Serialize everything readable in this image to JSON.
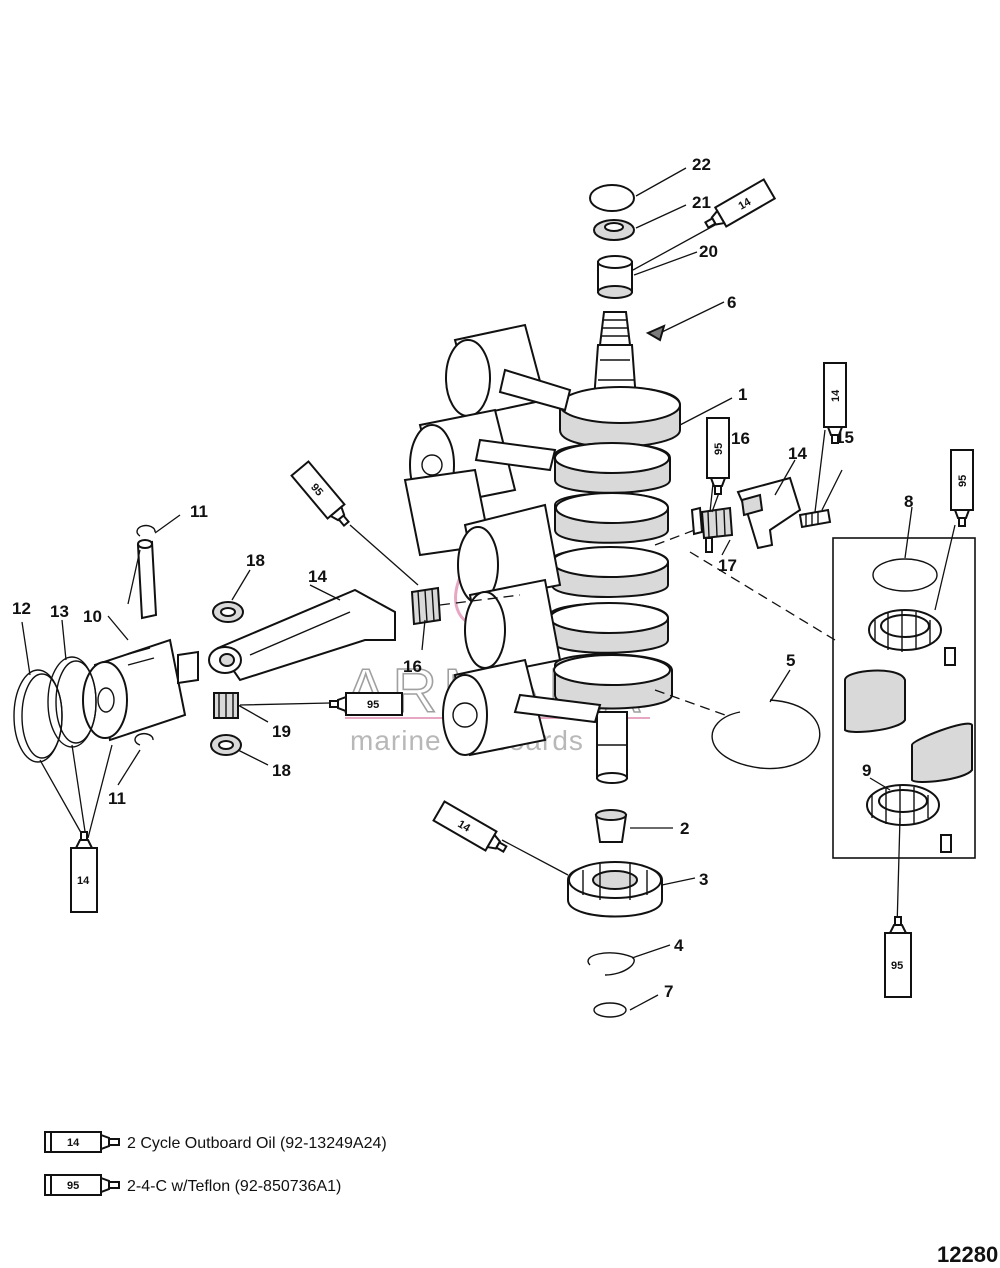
{
  "callouts": [
    {
      "id": "c22",
      "text": "22"
    },
    {
      "id": "c21",
      "text": "21"
    },
    {
      "id": "c20",
      "text": "20"
    },
    {
      "id": "c6",
      "text": "6"
    },
    {
      "id": "c1",
      "text": "1"
    },
    {
      "id": "c16a",
      "text": "16"
    },
    {
      "id": "c14a",
      "text": "14"
    },
    {
      "id": "c15",
      "text": "15"
    },
    {
      "id": "c8",
      "text": "8"
    },
    {
      "id": "c17",
      "text": "17"
    },
    {
      "id": "c11a",
      "text": "11"
    },
    {
      "id": "c18a",
      "text": "18"
    },
    {
      "id": "c14b",
      "text": "14"
    },
    {
      "id": "c12",
      "text": "12"
    },
    {
      "id": "c13",
      "text": "13"
    },
    {
      "id": "c10",
      "text": "10"
    },
    {
      "id": "c16b",
      "text": "16"
    },
    {
      "id": "c19",
      "text": "19"
    },
    {
      "id": "c18b",
      "text": "18"
    },
    {
      "id": "c11b",
      "text": "11"
    },
    {
      "id": "c5",
      "text": "5"
    },
    {
      "id": "c9",
      "text": "9"
    },
    {
      "id": "c2",
      "text": "2"
    },
    {
      "id": "c3",
      "text": "3"
    },
    {
      "id": "c4",
      "text": "4"
    },
    {
      "id": "c7",
      "text": "7"
    }
  ],
  "lubricant_tubes": [
    {
      "id": "t14a",
      "code": "14"
    },
    {
      "id": "t14b",
      "code": "14"
    },
    {
      "id": "t95a",
      "code": "95"
    },
    {
      "id": "t95b",
      "code": "95"
    },
    {
      "id": "t95c",
      "code": "95"
    },
    {
      "id": "t95d",
      "code": "95"
    },
    {
      "id": "t14c",
      "code": "14"
    },
    {
      "id": "t14d",
      "code": "14"
    },
    {
      "id": "t95e",
      "code": "95"
    }
  ],
  "legend": [
    {
      "code": "14",
      "description": "2 Cycle Outboard Oil (92-13249A24)"
    },
    {
      "code": "95",
      "description": "2-4-C w/Teflon (92-850736A1)"
    }
  ],
  "watermark": {
    "brand": "ARMADA",
    "tagline": "marine outboards"
  },
  "figure_number": "12280"
}
